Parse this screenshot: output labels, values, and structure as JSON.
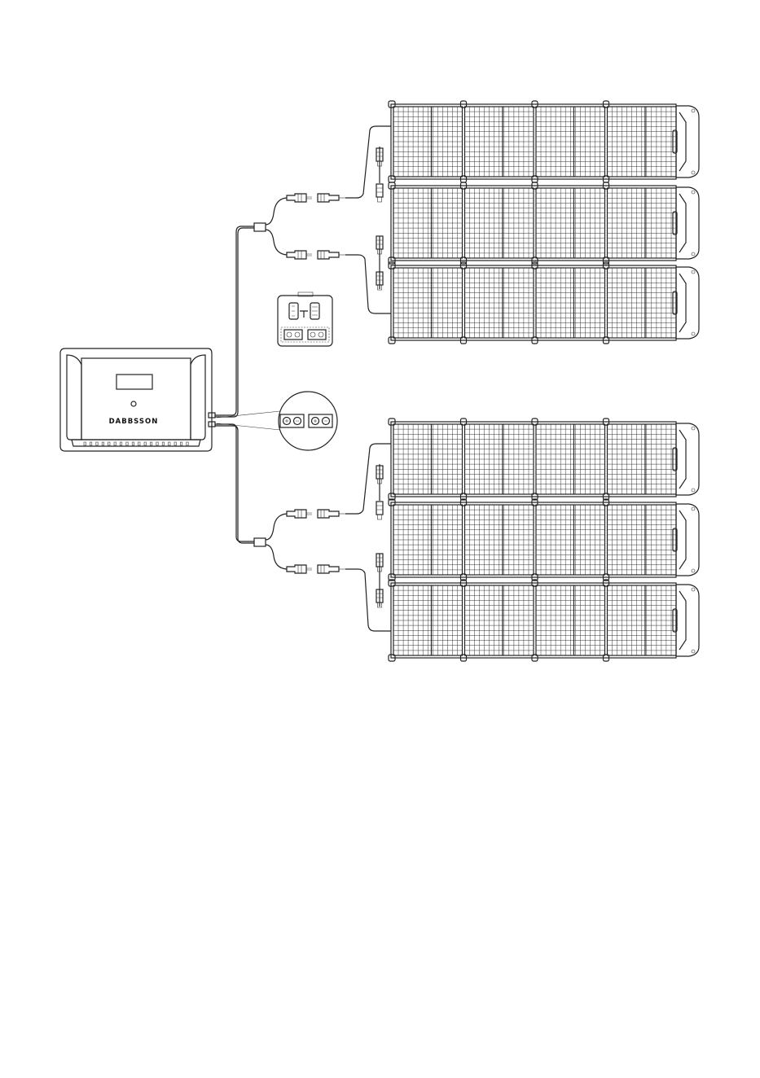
{
  "station": {
    "brand": "DABBSSON",
    "icon": "portable-power-station"
  },
  "panel_groups": [
    {
      "name": "upper-array",
      "panels": 3
    },
    {
      "name": "lower-array",
      "panels": 3
    }
  ],
  "icons": {
    "panel": "solar-panel-icon",
    "connector": "mc4-connector-icon",
    "y_branch": "y-branch-cable-icon",
    "port_detail": "dc-input-port-detail-icon",
    "display_detail": "display-detail-icon"
  },
  "colors": {
    "line": "#222222",
    "background": "#ffffff"
  }
}
